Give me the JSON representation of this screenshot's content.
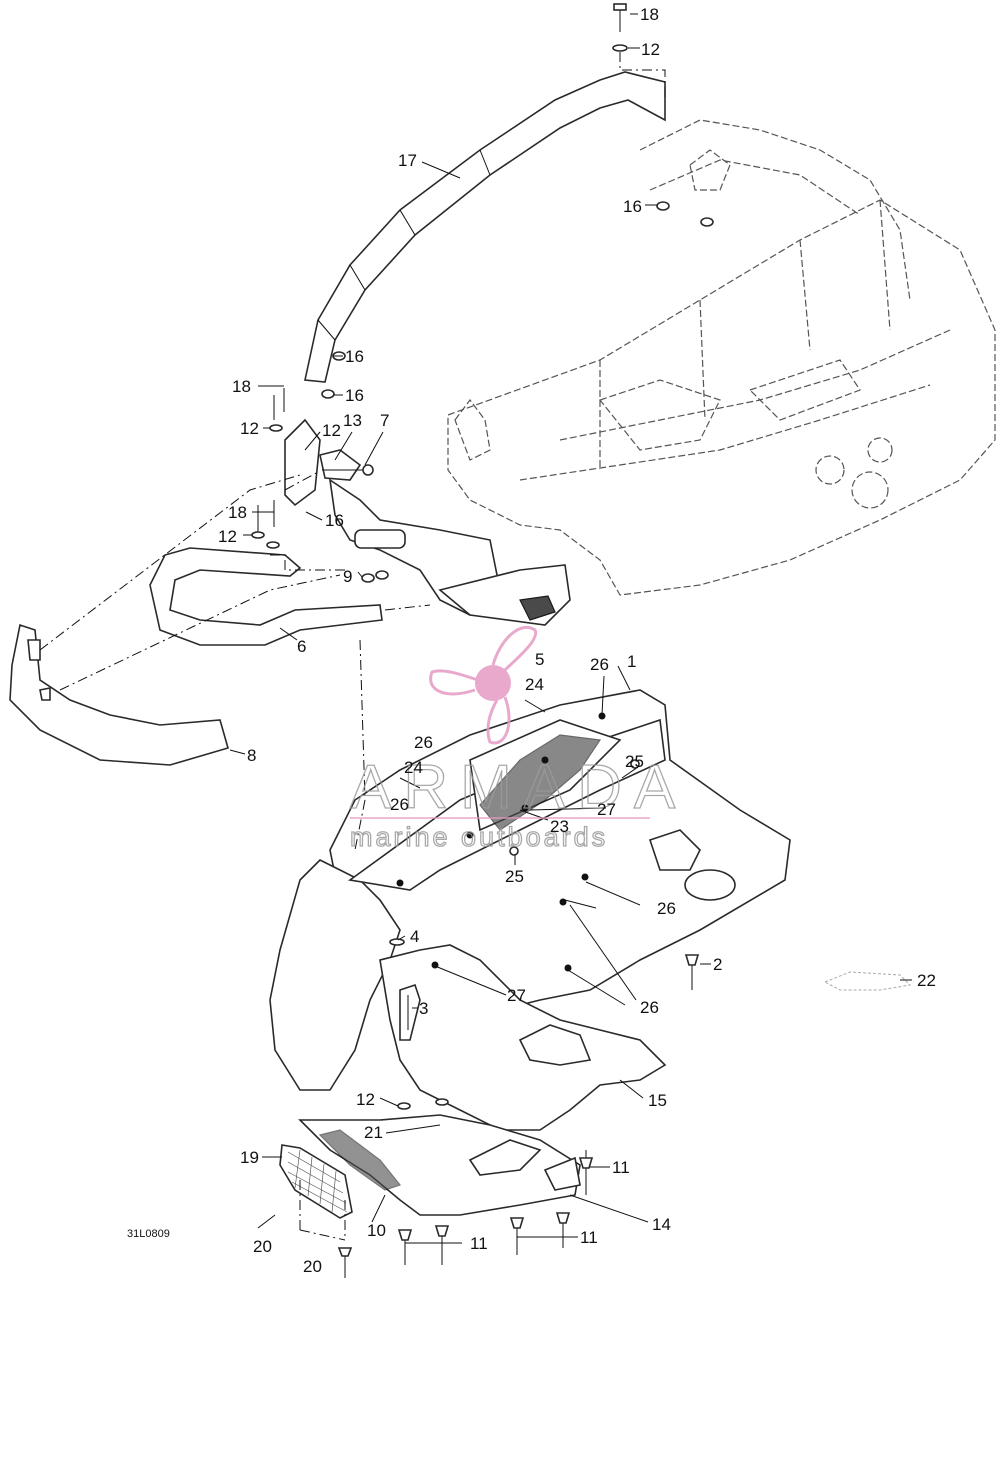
{
  "drawing_code": "31L0809",
  "watermark": {
    "brand": "ARMADA",
    "tagline": "marine outboards",
    "logo_color": "#e59bc4"
  },
  "callouts": {
    "c1": "1",
    "c2": "2",
    "c3": "3",
    "c4": "4",
    "c5": "5",
    "c6": "6",
    "c7": "7",
    "c8": "8",
    "c9": "9",
    "c10": "10",
    "c11a": "11",
    "c11b": "11",
    "c11c": "11",
    "c12a": "12",
    "c12b": "12",
    "c12c": "12",
    "c12d": "12",
    "c12e": "12",
    "c13": "13",
    "c14": "14",
    "c15": "15",
    "c16a": "16",
    "c16b": "16",
    "c16c": "16",
    "c16d": "16",
    "c17": "17",
    "c18a": "18",
    "c18b": "18",
    "c18c": "18",
    "c19": "19",
    "c20a": "20",
    "c20b": "20",
    "c21": "21",
    "c22": "22",
    "c23": "23",
    "c24a": "24",
    "c24b": "24",
    "c25a": "25",
    "c25b": "25",
    "c26a": "26",
    "c26b": "26",
    "c26c": "26",
    "c26d": "26",
    "c26e": "26",
    "c27a": "27",
    "c27b": "27"
  }
}
